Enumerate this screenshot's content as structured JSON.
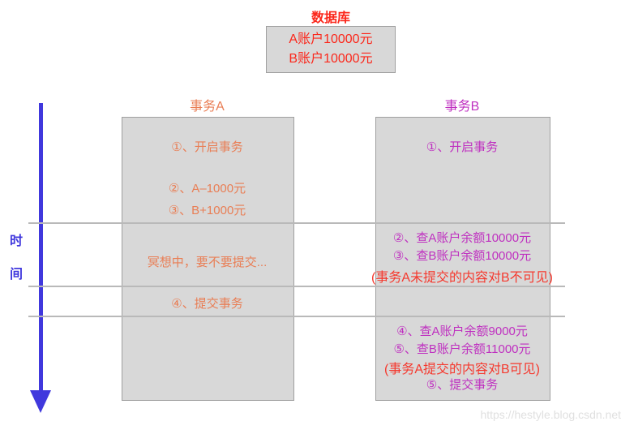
{
  "database": {
    "title": "数据库",
    "account_lines": [
      "A账户10000元",
      "B账户10000元"
    ]
  },
  "timeline": {
    "char_top": "时",
    "char_bottom": "间"
  },
  "transaction_a": {
    "header": "事务A",
    "step1": "①、开启事务",
    "step2": "②、A–1000元",
    "step3": "③、B+1000元",
    "thinking": "冥想中，要不要提交...",
    "step4": "④、提交事务"
  },
  "transaction_b": {
    "header": "事务B",
    "step1": "①、开启事务",
    "step2": "②、查A账户余额10000元",
    "step3": "③、查B账户余额10000元",
    "note_invisible": "(事务A未提交的内容对B不可见)",
    "step4": "④、查A账户余额9000元",
    "step5": "⑤、查B账户余额11000元",
    "note_visible": "(事务A提交的内容对B可见)",
    "step6": "⑤、提交事务"
  },
  "watermark": "https://hestyle.blog.csdn.net",
  "colors": {
    "database_text": "#fb271b",
    "transaction_a_text": "#e97e55",
    "transaction_b_text": "#bf30c0",
    "note_text": "#f5392e",
    "timeline_blue": "#4038dd",
    "box_fill": "#d8d8d8",
    "box_border": "#9f9f9f",
    "separator_line": "#b9b9b9"
  }
}
